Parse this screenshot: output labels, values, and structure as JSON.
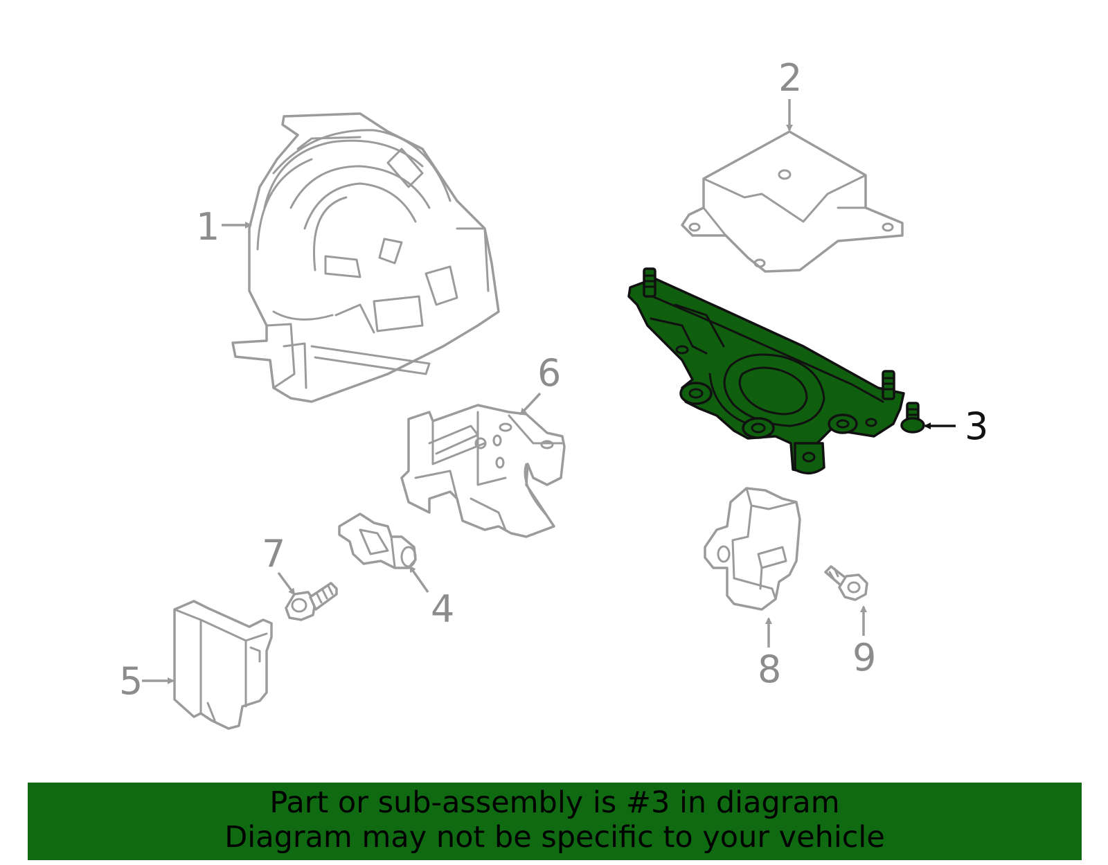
{
  "callouts": {
    "c1": "1",
    "c2": "2",
    "c3": "3",
    "c4": "4",
    "c5": "5",
    "c6": "6",
    "c7": "7",
    "c8": "8",
    "c9": "9"
  },
  "highlight_callout": "3",
  "banner": {
    "line1": "Part or sub-assembly is #3 in diagram",
    "line2": "Diagram may not be specific to your vehicle"
  },
  "colors": {
    "highlight_fill": "#0f5f0f",
    "banner_bg": "#0f6a12",
    "line_gray": "#9b9b9b"
  }
}
